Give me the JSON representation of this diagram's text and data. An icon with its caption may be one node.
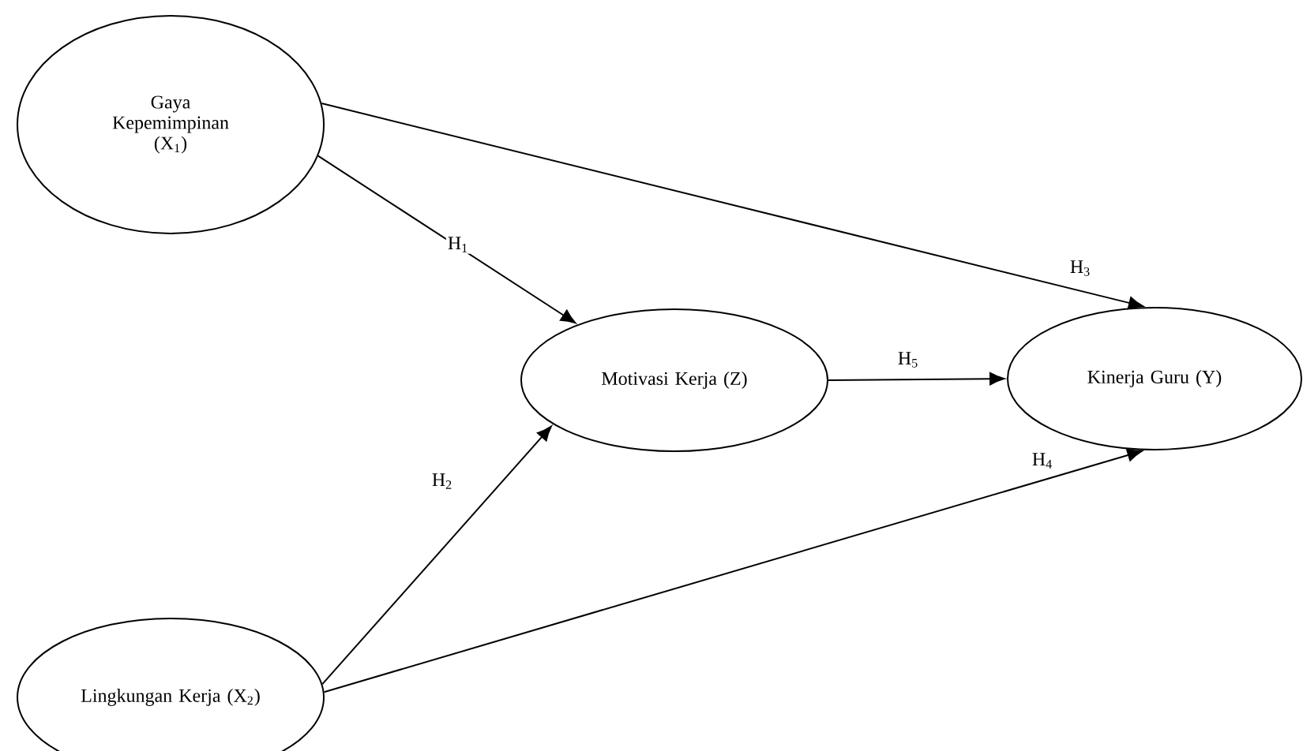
{
  "diagram": {
    "nodes": [
      {
        "text": [
          "Gaya Kepemimpinan (X$_{1}$)"
        ]
      },
      {
        "text": [
          "Lingkungan Kerja (X$_{2}$)"
        ]
      },
      {
        "text": [
          "Motivasi Kerja (Z)"
        ]
      },
      {
        "text": [
          "Kinerja Guru (Y)"
        ]
      }
    ],
    "edges": [
      {
        "from": 0,
        "to": 2,
        "arrow": "to",
        "label": "H$_{1}$"
      },
      {
        "from": 1,
        "to": 2,
        "arrow": "to",
        "label": "H$_{2}$"
      },
      {
        "from": 0,
        "to": 3,
        "arrow": "to",
        "label": "H$_{3}$"
      },
      {
        "from": 1,
        "to": 3,
        "arrow": "to",
        "label": "H$_{4}$"
      },
      {
        "from": 2,
        "to": 3,
        "arrow": "to",
        "label": "H$_{5}$"
      }
    ]
  }
}
